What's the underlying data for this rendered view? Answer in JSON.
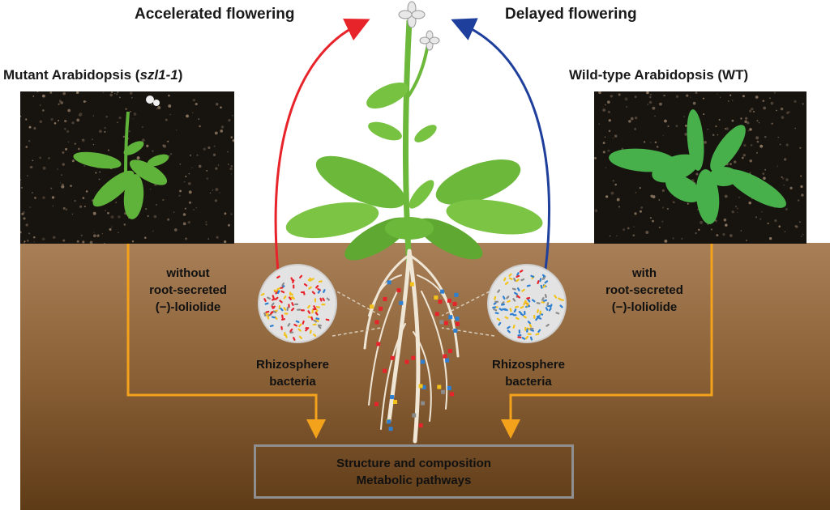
{
  "labels": {
    "accelerated_flowering": "Accelerated flowering",
    "delayed_flowering": "Delayed flowering",
    "mutant_title_prefix": "Mutant Arabidopsis (",
    "mutant_title_gene": "szl1-1",
    "mutant_title_suffix": ")",
    "wildtype_title": "Wild-type Arabidopsis (WT)",
    "without_lines": [
      "without",
      "root-secreted",
      "(−)-loliolide"
    ],
    "with_lines": [
      "with",
      "root-secreted",
      "(−)-loliolide"
    ],
    "rhizosphere_left": [
      "Rhizosphere",
      "bacteria"
    ],
    "rhizosphere_right": [
      "Rhizosphere",
      "bacteria"
    ],
    "result_lines": [
      "Structure and composition",
      "Metabolic pathways"
    ]
  },
  "colors": {
    "accelerated_arrow": "#e8242b",
    "delayed_arrow": "#1f3f9c",
    "flow_line": "#f3a21b",
    "soil_top": "#a87f57",
    "soil_bottom": "#5e3b17",
    "plant_green": "#6cb83a",
    "box_border": "#8f8f8f"
  },
  "bacteria_colors": [
    "#e8242b",
    "#f2c21a",
    "#2f7fd0",
    "#8a8a8a"
  ]
}
